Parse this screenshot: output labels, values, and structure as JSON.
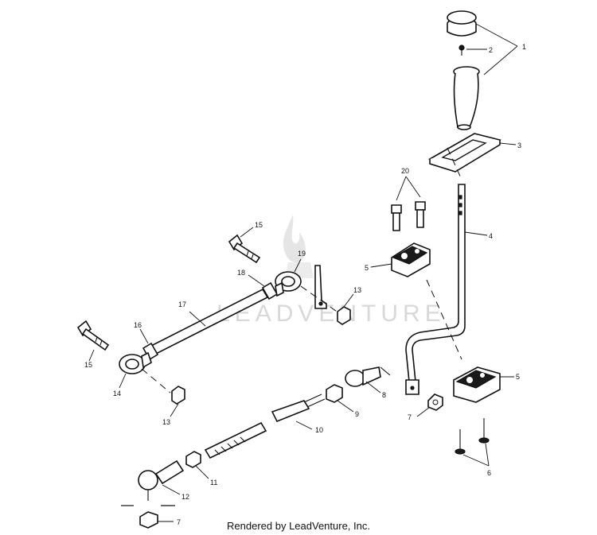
{
  "watermark": "LEADVENTURE",
  "footer": "Rendered by LeadVenture, Inc.",
  "callouts": {
    "c1": "1",
    "c2": "2",
    "c3": "3",
    "c4": "4",
    "c5a": "5",
    "c5b": "5",
    "c6": "6",
    "c7a": "7",
    "c7b": "7",
    "c8": "8",
    "c9": "9",
    "c10": "10",
    "c11": "11",
    "c12": "12",
    "c13a": "13",
    "c13b": "13",
    "c14": "14",
    "c15a": "15",
    "c15b": "15",
    "c16": "16",
    "c17": "17",
    "c18": "18",
    "c19": "19",
    "c20": "20"
  }
}
